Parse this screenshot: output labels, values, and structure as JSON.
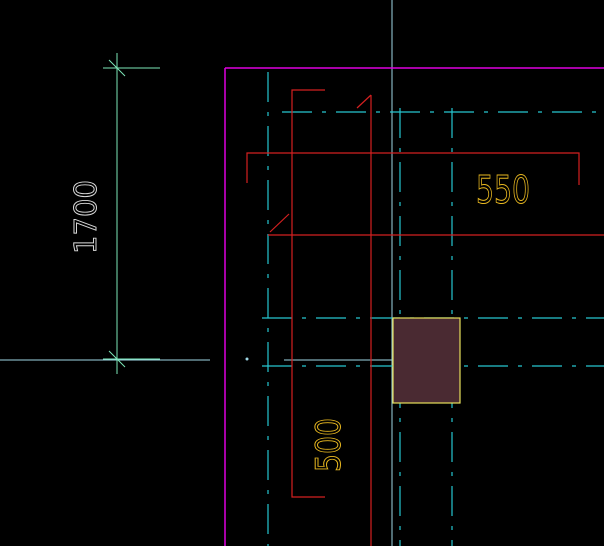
{
  "drawing": {
    "background": "#000000",
    "colors": {
      "dimension_cyan": "#3fe3d2",
      "dimension_green": "#7de8b8",
      "wall_magenta": "#e000e0",
      "axis_cyan": "#26c6d0",
      "rebar_red": "#d42020",
      "text_yellow": "#e8b820",
      "column_fill": "#4a2a32",
      "column_outline": "#e6e05a",
      "dim_text_white": "#d8d8d8"
    },
    "dimensions": {
      "vertical_label": "1700",
      "horizontal_label": "550",
      "rebar_label": "500"
    }
  }
}
